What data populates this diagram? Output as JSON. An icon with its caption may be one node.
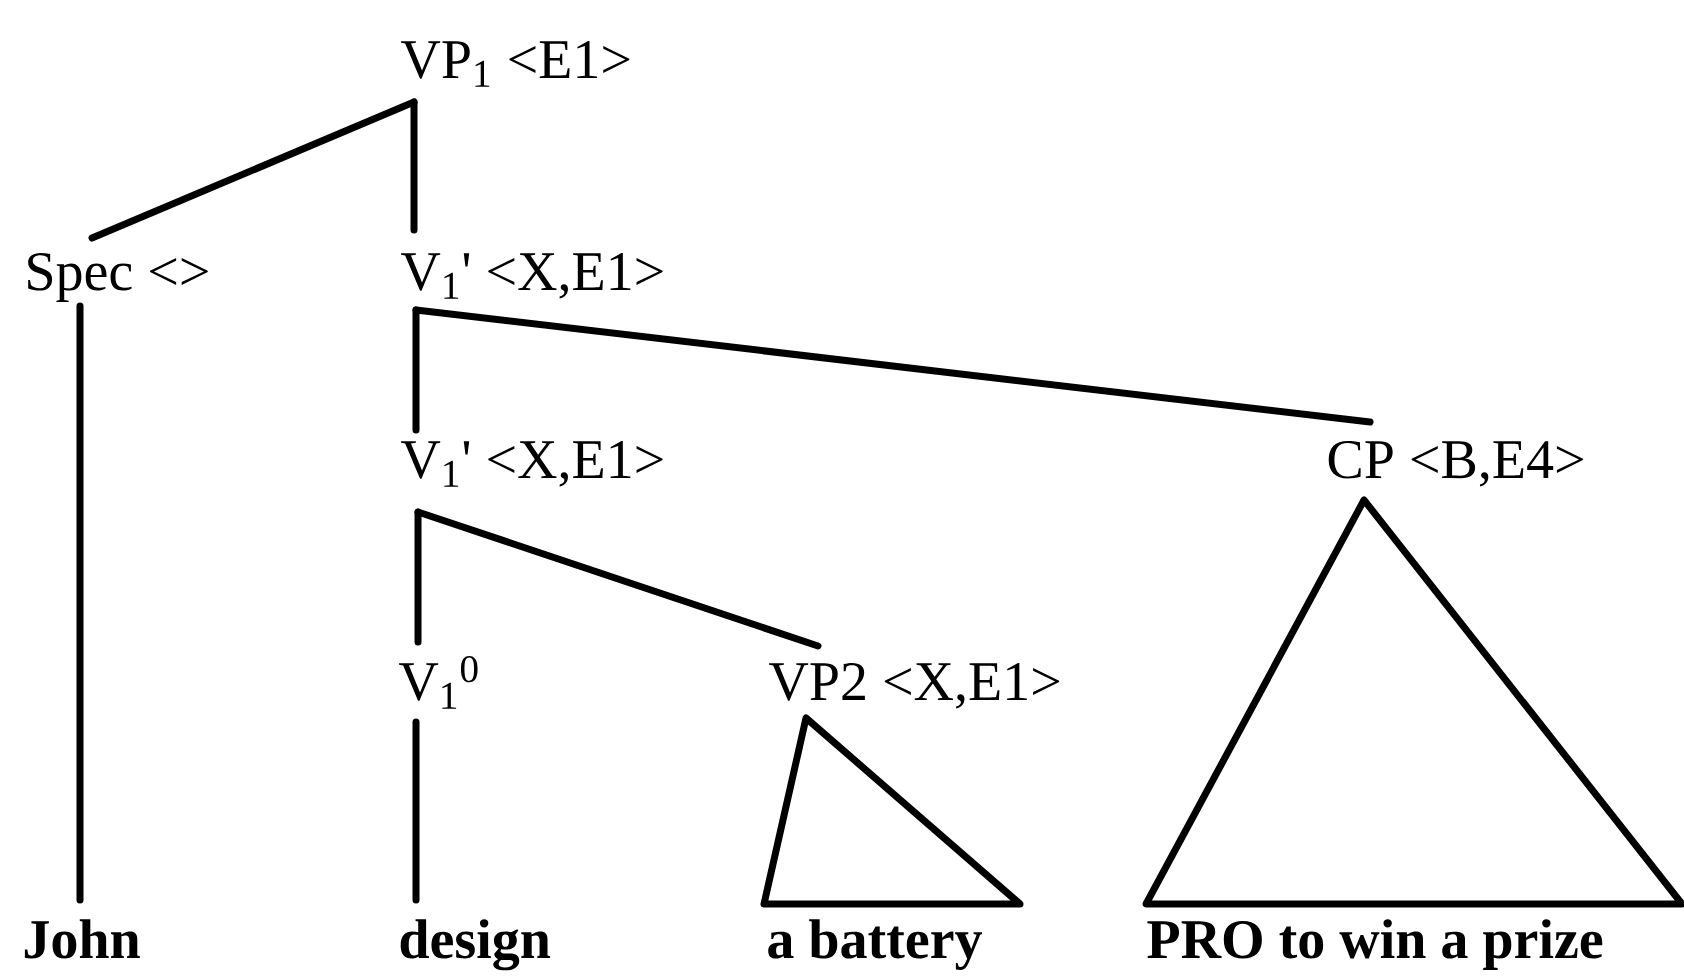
{
  "diagram": {
    "nodes": [
      {
        "text": [
          "VP$_{1}$ <E1>"
        ]
      },
      {
        "text": [
          "Spec <>"
        ]
      },
      {
        "text": [
          "V$_{1}$' <X,E1>"
        ]
      },
      {
        "text": [
          "V$_{1}$' <X,E1>"
        ]
      },
      {
        "text": [
          "CP <B,E4>"
        ]
      },
      {
        "text": [
          "V$_{1}$$^{0}$"
        ]
      },
      {
        "text": [
          "VP2 <X,E1>"
        ]
      },
      {
        "text": [
          "John"
        ]
      },
      {
        "text": [
          "design"
        ]
      },
      {
        "text": [
          "a battery"
        ]
      },
      {
        "text": [
          "PRO to win a prize"
        ]
      }
    ],
    "edges": [
      {
        "from": 0,
        "to": 1,
        "arrow": "none"
      },
      {
        "from": 0,
        "to": 2,
        "arrow": "none"
      },
      {
        "from": 2,
        "to": 3,
        "arrow": "none"
      },
      {
        "from": 2,
        "to": 4,
        "arrow": "none"
      },
      {
        "from": 3,
        "to": 5,
        "arrow": "none"
      },
      {
        "from": 3,
        "to": 6,
        "arrow": "none"
      },
      {
        "from": 1,
        "to": 7,
        "arrow": "none"
      },
      {
        "from": 5,
        "to": 8,
        "arrow": "none"
      },
      {
        "from": 6,
        "to": 9,
        "arrow": "none"
      },
      {
        "from": 4,
        "to": 10,
        "arrow": "none"
      }
    ]
  }
}
